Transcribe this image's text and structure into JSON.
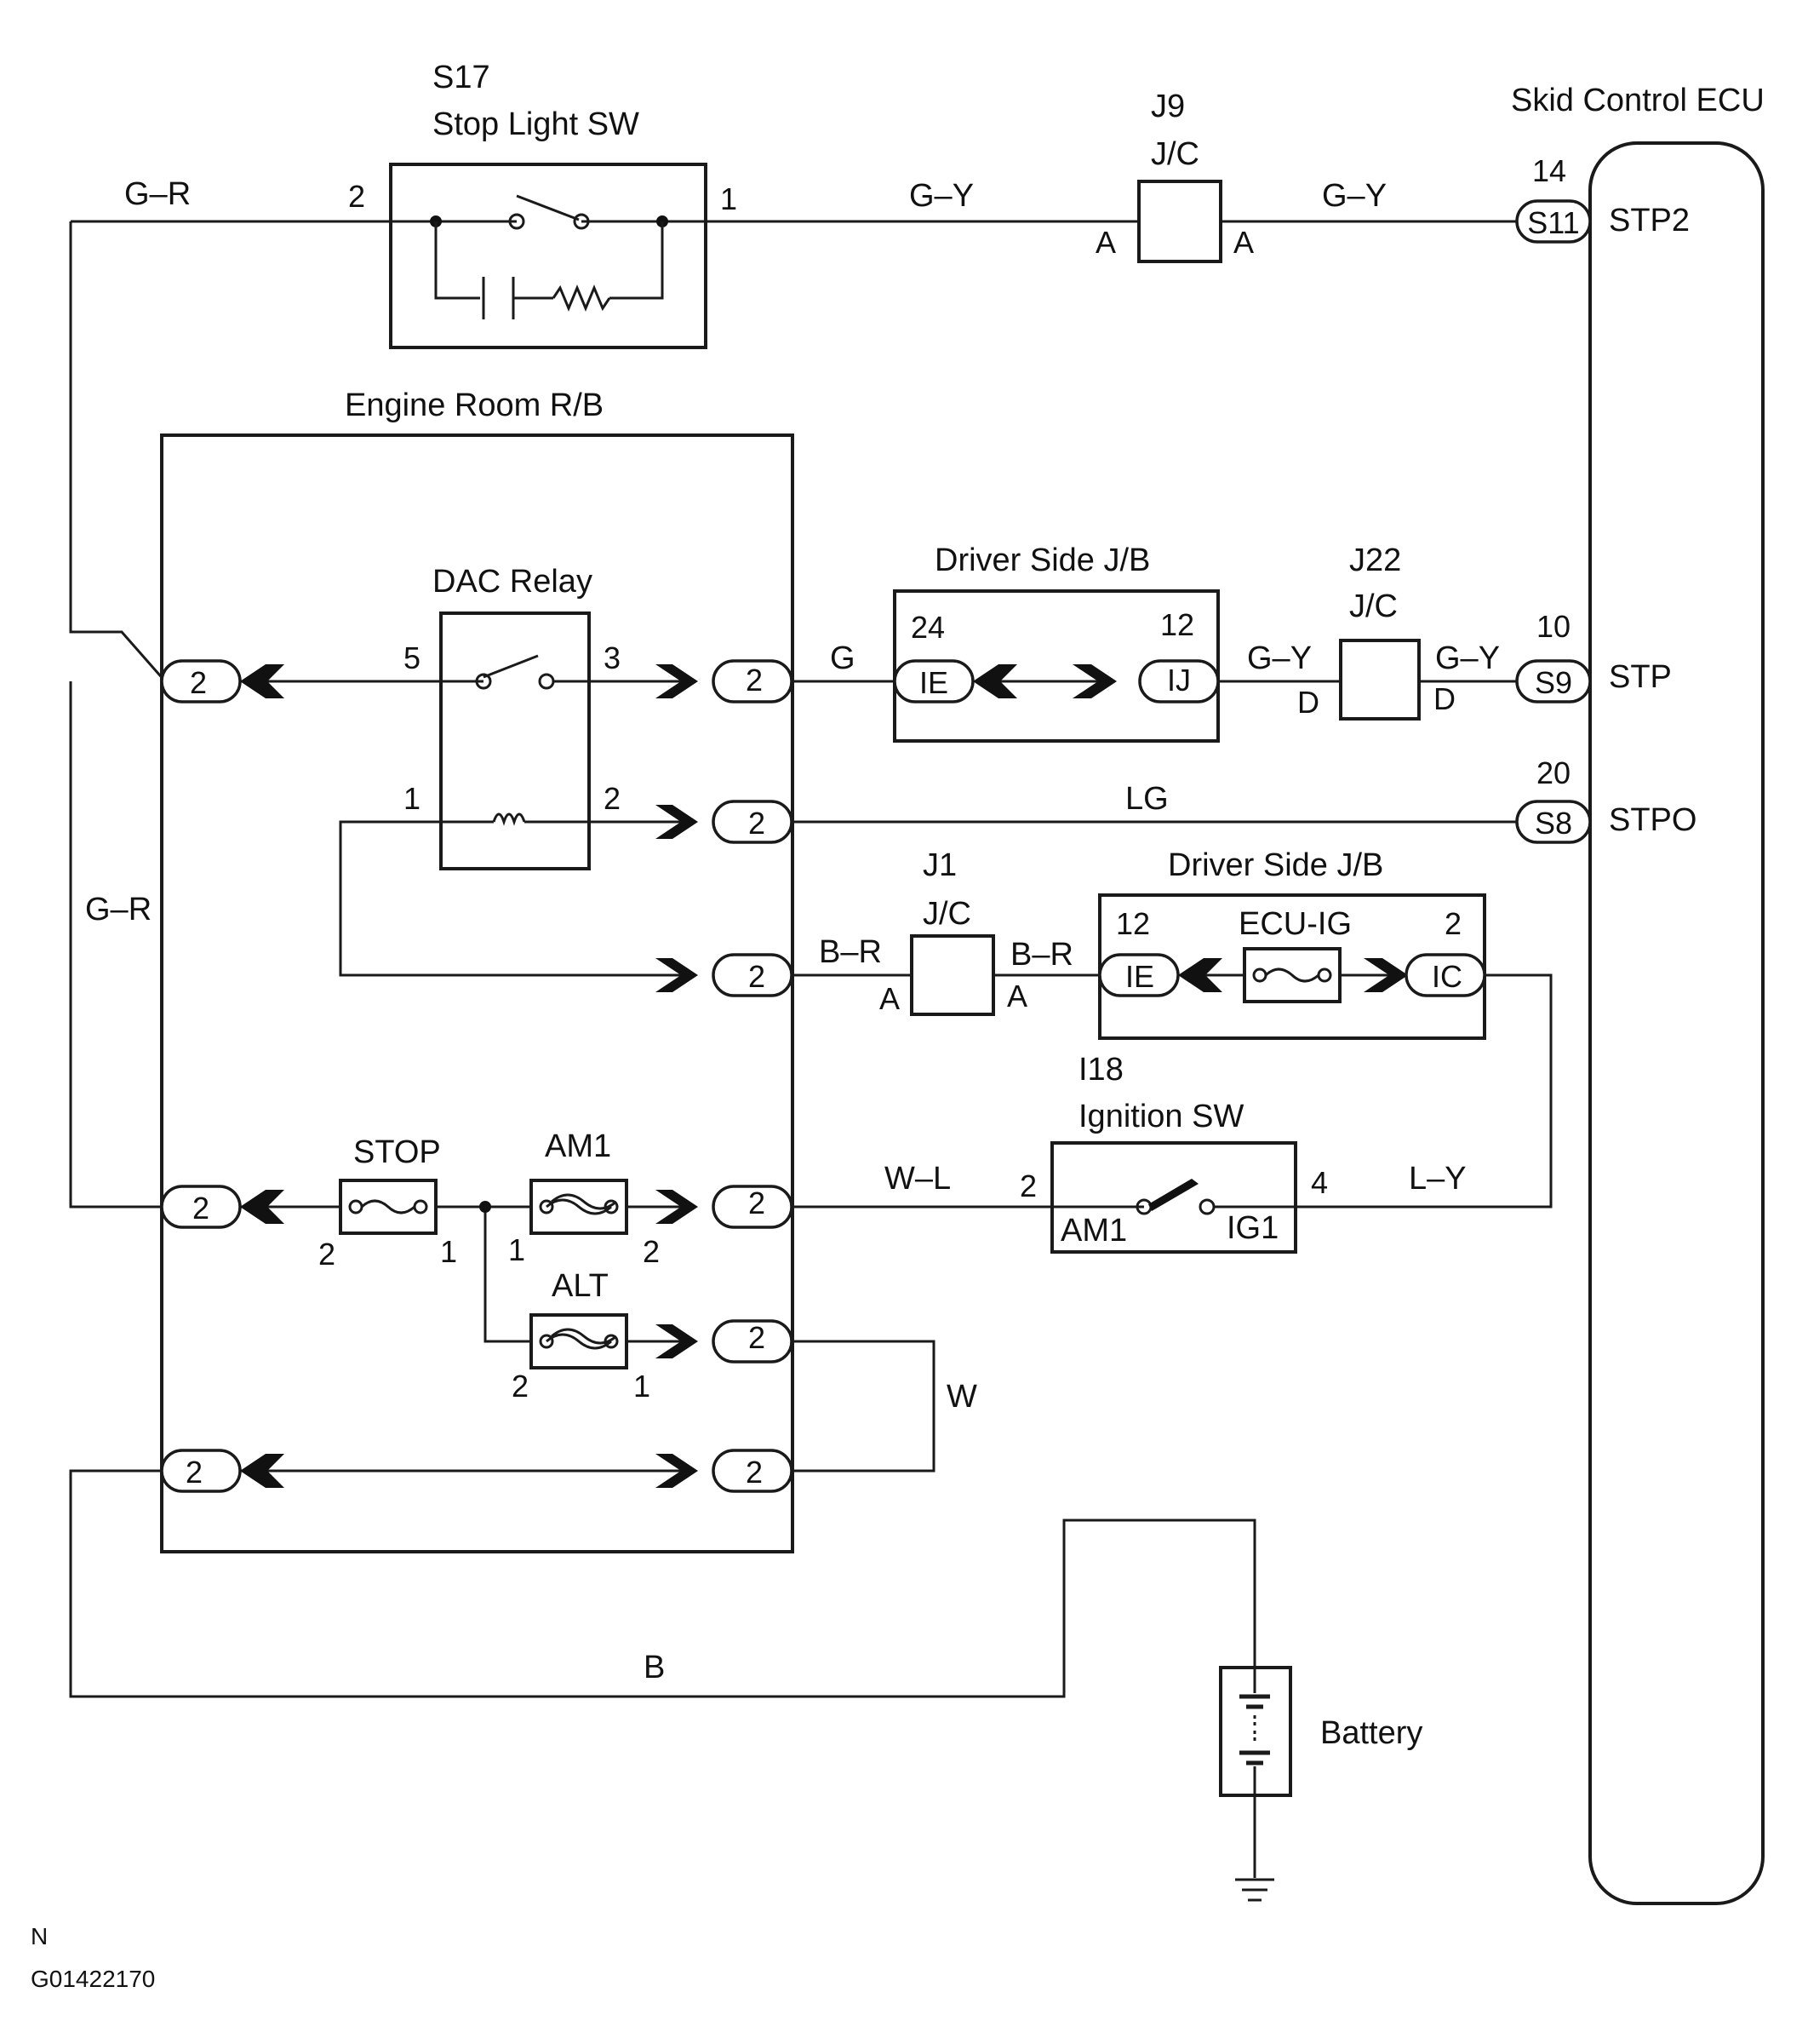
{
  "components": {
    "stop_light_sw": {
      "code": "S17",
      "name": "Stop Light SW",
      "pin_left": "2",
      "pin_right": "1"
    },
    "j9": {
      "code": "J9",
      "name": "J/C",
      "pin_left": "A",
      "pin_right": "A"
    },
    "skid_ecu": {
      "name": "Skid Control ECU",
      "terminals": [
        {
          "pin": "14",
          "conn": "S11",
          "signal": "STP2"
        },
        {
          "pin": "10",
          "conn": "S9",
          "signal": "STP"
        },
        {
          "pin": "20",
          "conn": "S8",
          "signal": "STPO"
        }
      ]
    },
    "engine_room_rb": {
      "name": "Engine Room R/B",
      "conn": "2"
    },
    "dac_relay": {
      "name": "DAC Relay",
      "pins": [
        "5",
        "3",
        "1",
        "2"
      ]
    },
    "driver_jb_top": {
      "name": "Driver Side J/B",
      "pin_left": "24",
      "pin_right": "12",
      "conn_left": "IE",
      "conn_right": "IJ"
    },
    "j22": {
      "code": "J22",
      "name": "J/C",
      "pin_left": "D",
      "pin_right": "D"
    },
    "j1": {
      "code": "J1",
      "name": "J/C",
      "pin_left": "A",
      "pin_right": "A"
    },
    "driver_jb_bottom": {
      "name": "Driver Side J/B",
      "fuse": "ECU-IG",
      "pin_left": "12",
      "pin_right": "2",
      "conn_left": "IE",
      "conn_right": "IC"
    },
    "ignition_sw": {
      "code": "I18",
      "name": "Ignition SW",
      "pin_left": "2",
      "pin_right": "4",
      "term_left": "AM1",
      "term_right": "IG1"
    },
    "fuses": {
      "stop": {
        "name": "STOP",
        "pin_left": "2",
        "pin_right": "1"
      },
      "am1": {
        "name": "AM1",
        "pin_left": "1",
        "pin_right": "2"
      },
      "alt": {
        "name": "ALT",
        "pin_left": "2",
        "pin_right": "1"
      }
    },
    "battery": {
      "name": "Battery"
    }
  },
  "wires": {
    "g_r_top": "G–R",
    "g_r_left": "G–R",
    "g_y_1": "G–Y",
    "g_y_2": "G–Y",
    "g": "G",
    "g_y_3": "G–Y",
    "g_y_4": "G–Y",
    "lg": "LG",
    "b_r_1": "B–R",
    "b_r_2": "B–R",
    "w_l": "W–L",
    "l_y": "L–Y",
    "w": "W",
    "b": "B"
  },
  "footer": {
    "mark": "N",
    "code": "G01422170"
  }
}
